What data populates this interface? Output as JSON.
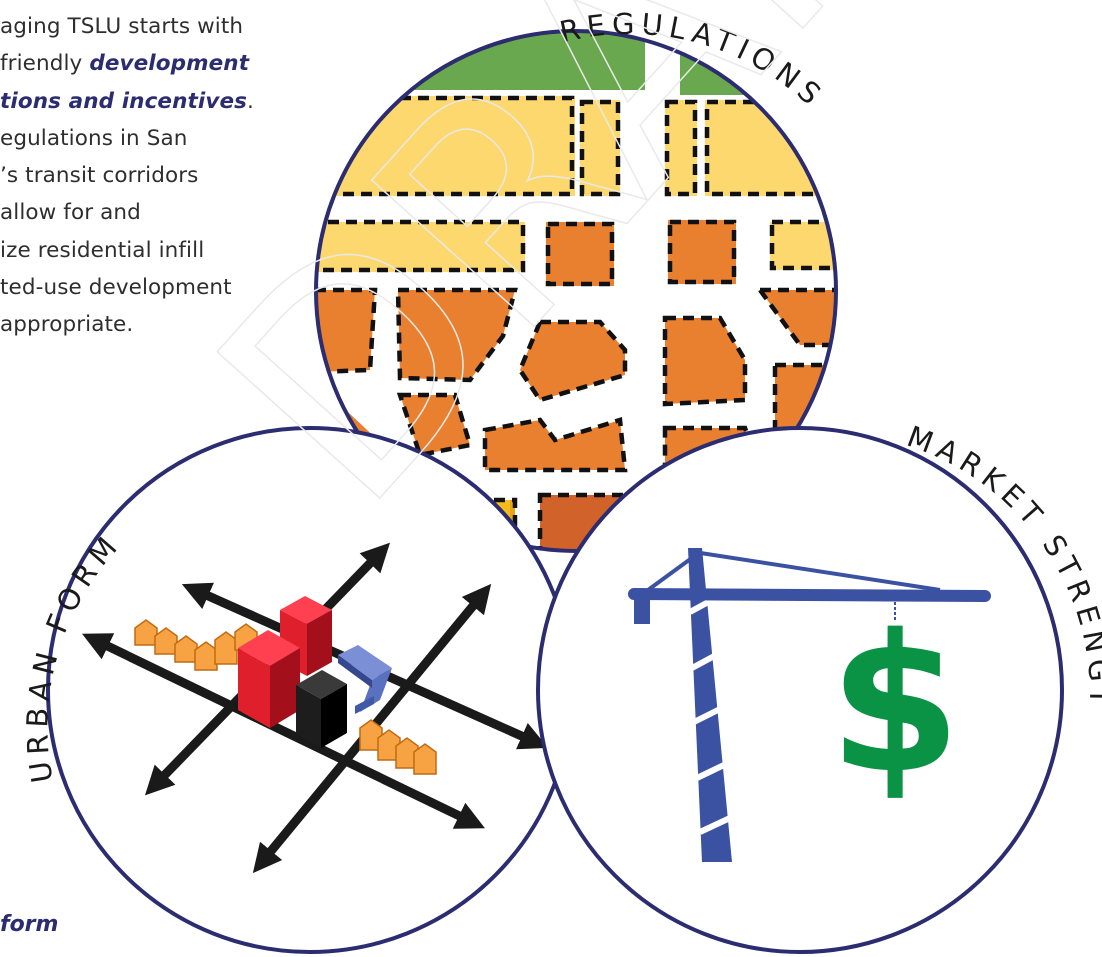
{
  "intro": {
    "lines": [
      {
        "pre": "aging TSLU starts with",
        "em": ""
      },
      {
        "pre": "friendly ",
        "em": "development"
      },
      {
        "pre": "",
        "em": "tions and incentives",
        "post": "."
      },
      {
        "pre": "egulations in San",
        "em": ""
      },
      {
        "pre": "’s transit corridors",
        "em": ""
      },
      {
        "pre": "allow for and",
        "em": ""
      },
      {
        "pre": "ize residential infill",
        "em": ""
      },
      {
        "pre": "ted-use development",
        "em": ""
      },
      {
        "pre": "appropriate.",
        "em": ""
      }
    ]
  },
  "labels": {
    "regulations": "REGULATIONS",
    "urban_form": "URBAN FORM",
    "market_strength": "MARKET STRENGTH"
  },
  "watermark": "DRAFT",
  "footer_label": "form",
  "icons": {
    "regulations": "zoning-map-icon",
    "urban_form": "city-grid-icon",
    "market_strength": "crane-dollar-icon"
  },
  "colors": {
    "circle_outline": "#2c2c70",
    "park_green": "#6aa84f",
    "zone_yellow": "#fcd86e",
    "zone_orange": "#e8802f",
    "zone_dark_orange": "#d0622a",
    "zone_gold": "#e8a517",
    "building_red": "#e01f2c",
    "building_black": "#1d1d1d",
    "building_blue": "#4058a8",
    "house_orange": "#f7a344",
    "crane_blue": "#3b52a3",
    "dollar_green": "#0a9345",
    "arrow_black": "#1a1a1a"
  },
  "chart_data": null
}
